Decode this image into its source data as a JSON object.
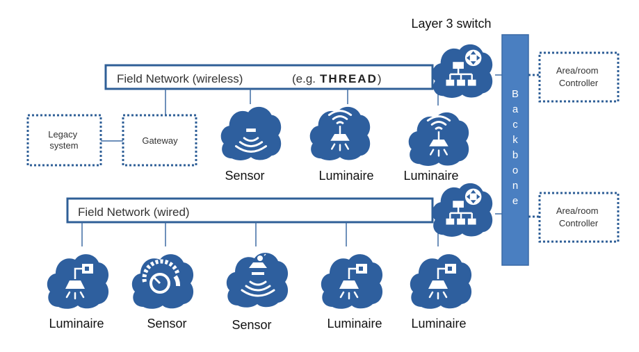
{
  "title_top": "Layer 3 switch",
  "field_wireless": {
    "label": "Field Network (wireless)",
    "example_prefix": "(e.g.",
    "example_brand": "THREAD",
    "example_suffix": ")"
  },
  "field_wired": {
    "label": "Field Network (wired)"
  },
  "backbone": {
    "letters": [
      "B",
      "a",
      "c",
      "k",
      "b",
      "o",
      "n",
      "e"
    ]
  },
  "legacy": {
    "lines": [
      "Legacy",
      "system"
    ]
  },
  "gateway": {
    "label": "Gateway"
  },
  "controllers": [
    {
      "lines": [
        "Area/room",
        "Controller"
      ]
    },
    {
      "lines": [
        "Area/room",
        "Controller"
      ]
    }
  ],
  "wireless_devices": [
    {
      "label": "Sensor",
      "icon": "wifi-sensor-icon"
    },
    {
      "label": "Luminaire",
      "icon": "wireless-luminaire-icon"
    },
    {
      "label": "Luminaire",
      "icon": "wireless-luminaire-icon"
    }
  ],
  "wired_devices": [
    {
      "label": "Luminaire",
      "icon": "wired-luminaire-icon"
    },
    {
      "label": "Sensor",
      "icon": "dial-sensor-icon"
    },
    {
      "label": "Sensor",
      "icon": "light-sensor-icon"
    },
    {
      "label": "Luminaire",
      "icon": "wired-luminaire-icon"
    },
    {
      "label": "Luminaire",
      "icon": "wired-luminaire-icon"
    }
  ],
  "colors": {
    "cloud": "#2e5f9e",
    "cloud_edge": "#244f86",
    "bar_stroke": "#2f5f97",
    "backbone": "#4a7fc1",
    "dotted": "#2f5f97",
    "line": "#3d6aa3"
  }
}
